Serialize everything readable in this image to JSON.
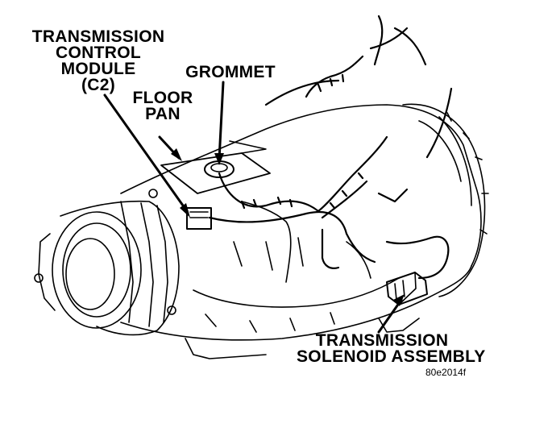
{
  "labels": {
    "tcm": [
      "TRANSMISSION",
      "CONTROL",
      "MODULE",
      "(C2)"
    ],
    "floor_pan": [
      "FLOOR",
      "PAN"
    ],
    "grommet": "GROMMET",
    "solenoid": [
      "TRANSMISSION",
      "SOLENOID ASSEMBLY"
    ]
  },
  "figure_id": "80e2014f",
  "colors": {
    "ink": "#000000",
    "paper": "#ffffff"
  }
}
